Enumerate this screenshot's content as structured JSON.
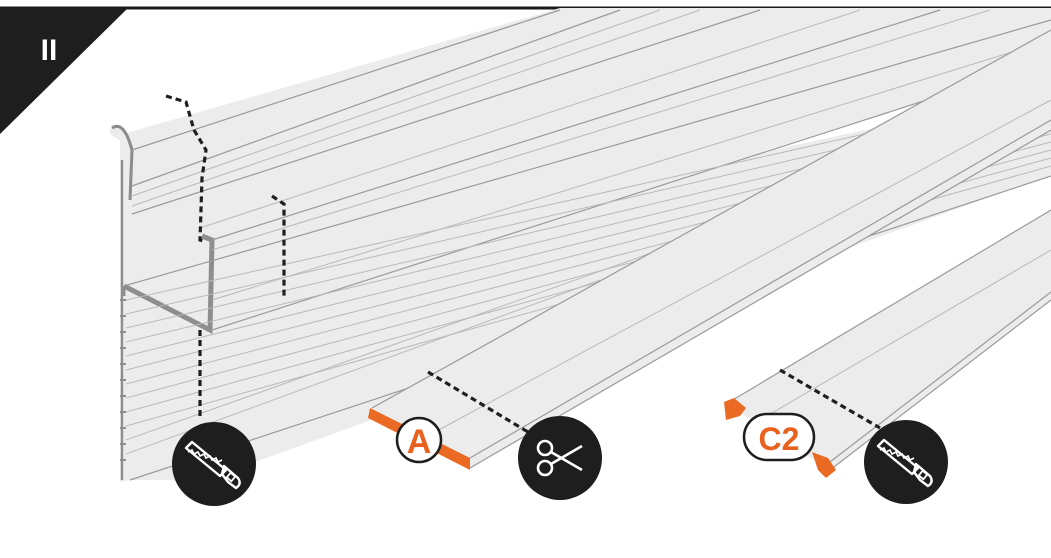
{
  "step": {
    "number": "II"
  },
  "parts": [
    {
      "id": "skirting-profile",
      "tool": "saw-icon"
    },
    {
      "id": "strip-a",
      "label": "A",
      "tool": "scissors-icon"
    },
    {
      "id": "strip-c2",
      "label": "C2",
      "tool": "saw-icon"
    }
  ],
  "colors": {
    "accent": "#ea6a24",
    "dark": "#1e1e1e",
    "profile": "#ececec",
    "profile_edge": "#9a9a9a"
  }
}
